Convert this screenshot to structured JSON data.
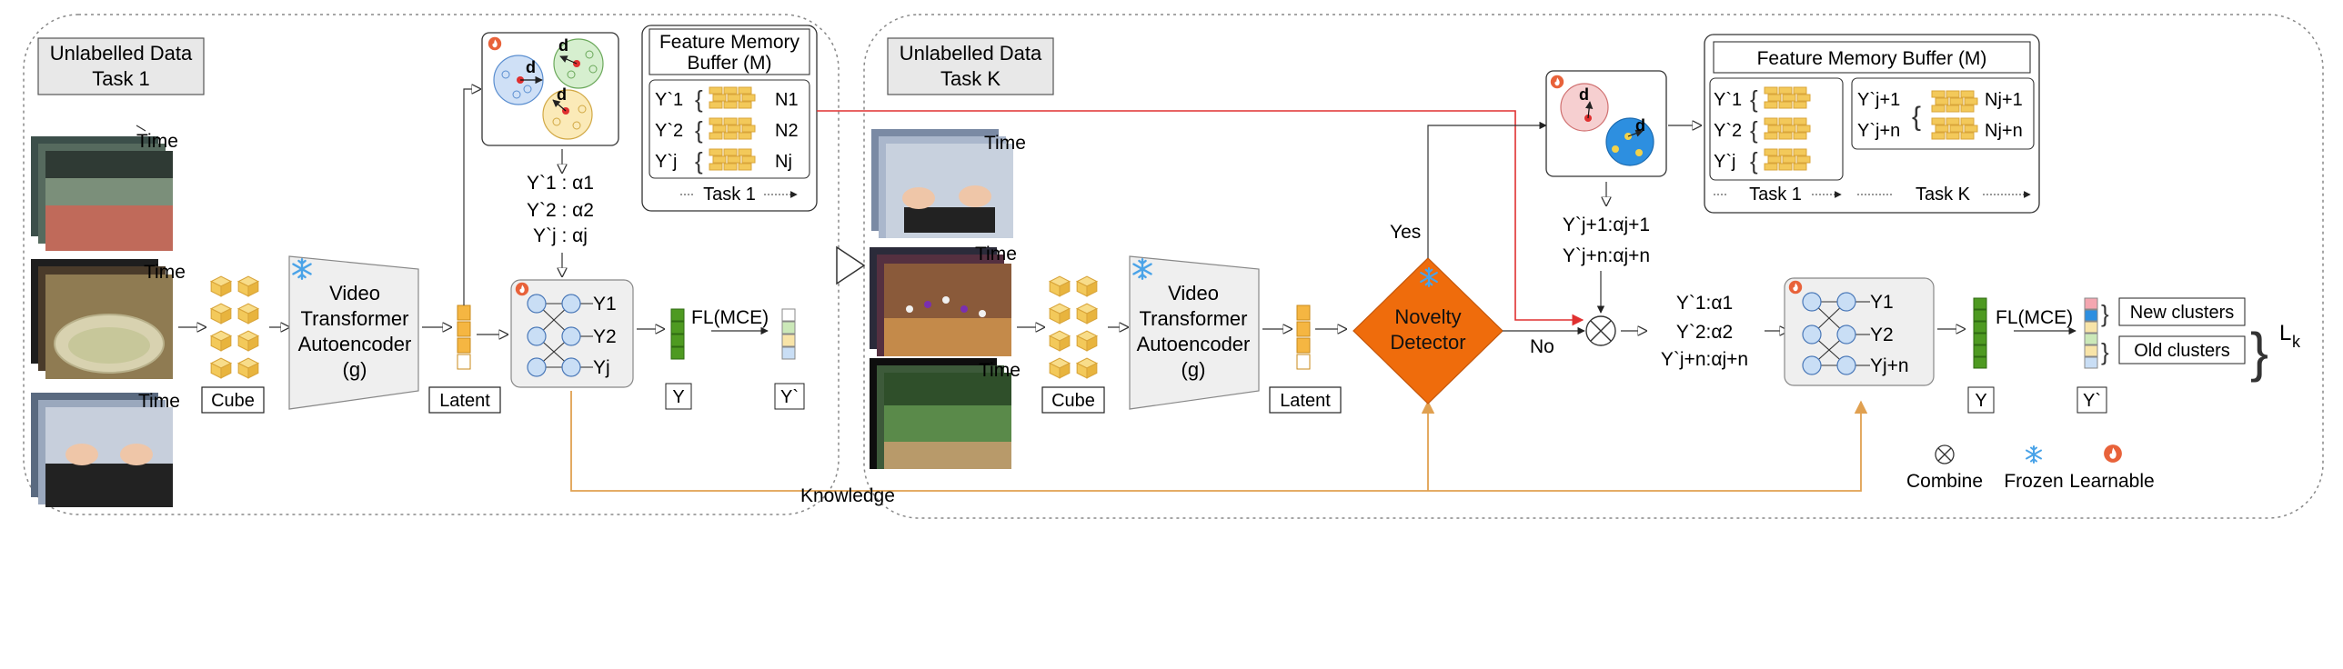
{
  "task1": {
    "header": [
      "Unlabelled Data",
      "Task 1"
    ],
    "time_label": "Time",
    "cube_label": "Cube",
    "encoder_lines": [
      "Video",
      "Transformer",
      "Autoencoder",
      "(g)"
    ],
    "latent_label": "Latent",
    "memory_title": [
      "Feature Memory",
      "Buffer (M)"
    ],
    "memory_rows": [
      {
        "label": "Y`1",
        "count": "N1"
      },
      {
        "label": "Y`2",
        "count": "N2"
      },
      {
        "label": "Y`j",
        "count": "Nj"
      }
    ],
    "memory_task": "Task 1",
    "distance_label": "d",
    "alphas": [
      "Y`1 : α1",
      "Y`2 : α2",
      "Y`j  : αj"
    ],
    "head_outputs": [
      "Y1",
      "Y2",
      "Yj"
    ],
    "fl_label": "FL(MCE)",
    "y_label": "Y",
    "yp_label": "Y`"
  },
  "knowledge_label": "Knowledge",
  "taskK": {
    "header": [
      "Unlabelled Data",
      "Task K"
    ],
    "time_label": "Time",
    "cube_label": "Cube",
    "encoder_lines": [
      "Video",
      "Transformer",
      "Autoencoder",
      "(g)"
    ],
    "latent_label": "Latent",
    "novelty_lines": [
      "Novelty",
      "Detector"
    ],
    "yes_label": "Yes",
    "no_label": "No",
    "novel_alphas": [
      "Y`j+1:αj+1",
      "Y`j+n:αj+n"
    ],
    "combined_alphas": [
      "Y`1:α1",
      "Y`2:α2",
      "Y`j+n:αj+n"
    ],
    "memory_title": "Feature Memory Buffer (M)",
    "memory_left_rows": [
      "Y`1",
      "Y`2",
      "Y`j"
    ],
    "memory_right_rows": [
      {
        "label": "Y`j+1",
        "count": "Nj+1"
      },
      {
        "label": "Y`j+n",
        "count": "Nj+n"
      }
    ],
    "memory_task_1": "Task 1",
    "memory_task_k": "Task K",
    "head_outputs": [
      "Y1",
      "Y2",
      "Yj+n"
    ],
    "fl_label": "FL(MCE)",
    "y_label": "Y",
    "yp_label": "Y`",
    "new_clusters": "New clusters",
    "old_clusters": "Old clusters",
    "loss_label": "L",
    "loss_sub": "k"
  },
  "legend": {
    "combine": "Combine",
    "frozen": "Frozen",
    "learnable": "Learnable"
  },
  "colors": {
    "cube": "#f3c95a",
    "latent": "#f5b642",
    "novelty": "#ef6c0c",
    "knowledge_line": "#e0a050",
    "memory_line": "#e03030",
    "frozen": "#4aa3e8",
    "learnable": "#e8623a",
    "nn_node": "#c9def5",
    "green": "#4e9a21"
  }
}
